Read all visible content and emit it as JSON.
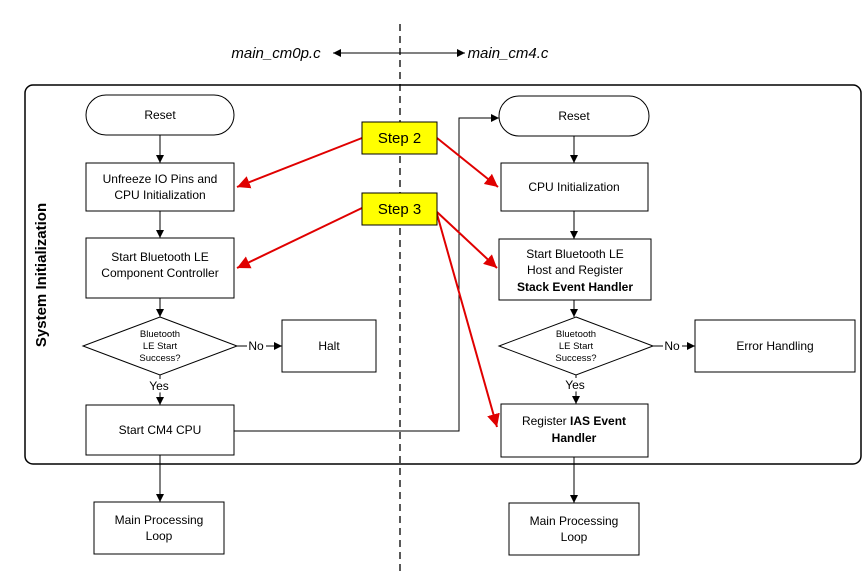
{
  "headers": {
    "left_file": "main_cm0p.c",
    "right_file": "main_cm4.c"
  },
  "group_label": "System Initialization",
  "left": {
    "reset": "Reset",
    "unfreeze": [
      "Unfreeze IO Pins and",
      "CPU Initialization"
    ],
    "start_ble": [
      "Start Bluetooth LE",
      "Component Controller"
    ],
    "decision": [
      "Bluetooth",
      "LE Start",
      "Success?"
    ],
    "no_label": "No",
    "halt": "Halt",
    "yes_label": "Yes",
    "start_cm4": "Start CM4 CPU",
    "main_loop": [
      "Main Processing",
      "Loop"
    ]
  },
  "right": {
    "reset": "Reset",
    "cpu_init": "CPU Initialization",
    "start_ble": [
      "Start Bluetooth LE",
      "Host and Register"
    ],
    "start_ble_bold": "Stack Event Handler",
    "decision": [
      "Bluetooth",
      "LE Start",
      "Success?"
    ],
    "no_label": "No",
    "error": "Error Handling",
    "yes_label": "Yes",
    "register_pre": "Register ",
    "register_bold": "IAS Event",
    "register_bold2": "Handler",
    "main_loop": [
      "Main Processing",
      "Loop"
    ]
  },
  "steps": {
    "step2": "Step 2",
    "step3": "Step 3"
  },
  "colors": {
    "step_fill": "#ffff00",
    "arrow": "#e00000"
  }
}
